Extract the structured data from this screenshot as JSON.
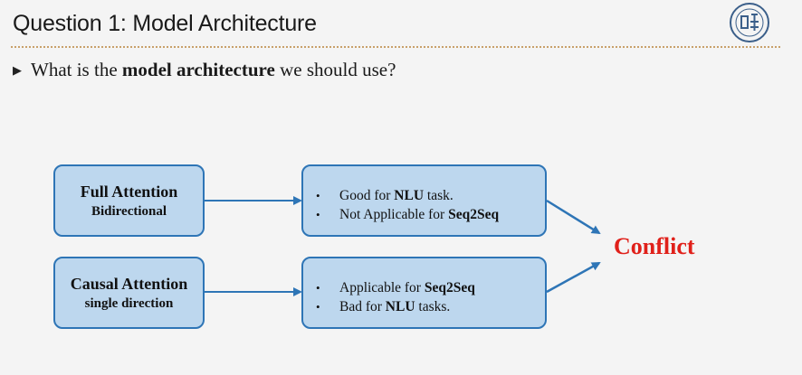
{
  "title": "Question 1: Model Architecture",
  "question": {
    "prefix": "What is the ",
    "emphasis": "model architecture",
    "suffix": " we should use?"
  },
  "diagram": {
    "full_attention": {
      "title": "Full Attention",
      "subtitle": "Bidirectional",
      "points": [
        {
          "pre": "Good for ",
          "bold": "NLU",
          "post": " task."
        },
        {
          "pre": "Not Applicable for ",
          "bold": "Seq2Seq",
          "post": ""
        }
      ]
    },
    "causal_attention": {
      "title": "Causal Attention",
      "subtitle": "single direction",
      "points": [
        {
          "pre": "Applicable for ",
          "bold": "Seq2Seq",
          "post": ""
        },
        {
          "pre": "Bad for ",
          "bold": "NLU",
          "post": " tasks."
        }
      ]
    },
    "outcome": "Conflict"
  },
  "colors": {
    "box_fill": "#bdd7ee",
    "box_border": "#2e75b6",
    "arrow": "#2e75b6",
    "conflict": "#e0201a"
  },
  "icons": {
    "logo": "university-seal-icon",
    "bullet": "triangle-right-icon"
  }
}
